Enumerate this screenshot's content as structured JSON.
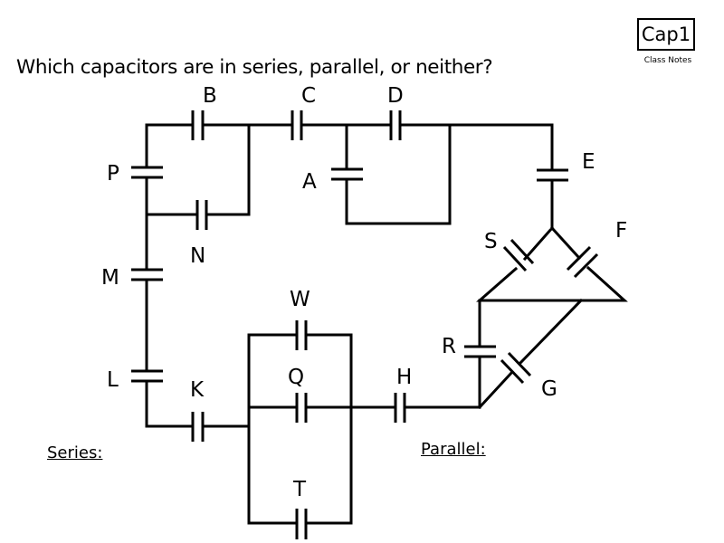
{
  "header": {
    "question": "Which capacitors are in series, parallel, or neither?",
    "badge_title": "Cap1",
    "badge_subtitle": "Class Notes"
  },
  "answers": {
    "series_label": "Series:",
    "parallel_label": "Parallel:"
  },
  "capacitors": {
    "A": "A",
    "B": "B",
    "C": "C",
    "D": "D",
    "E": "E",
    "F": "F",
    "G": "G",
    "H": "H",
    "K": "K",
    "L": "L",
    "M": "M",
    "N": "N",
    "P": "P",
    "Q": "Q",
    "R": "R",
    "S": "S",
    "T": "T",
    "W": "W"
  }
}
